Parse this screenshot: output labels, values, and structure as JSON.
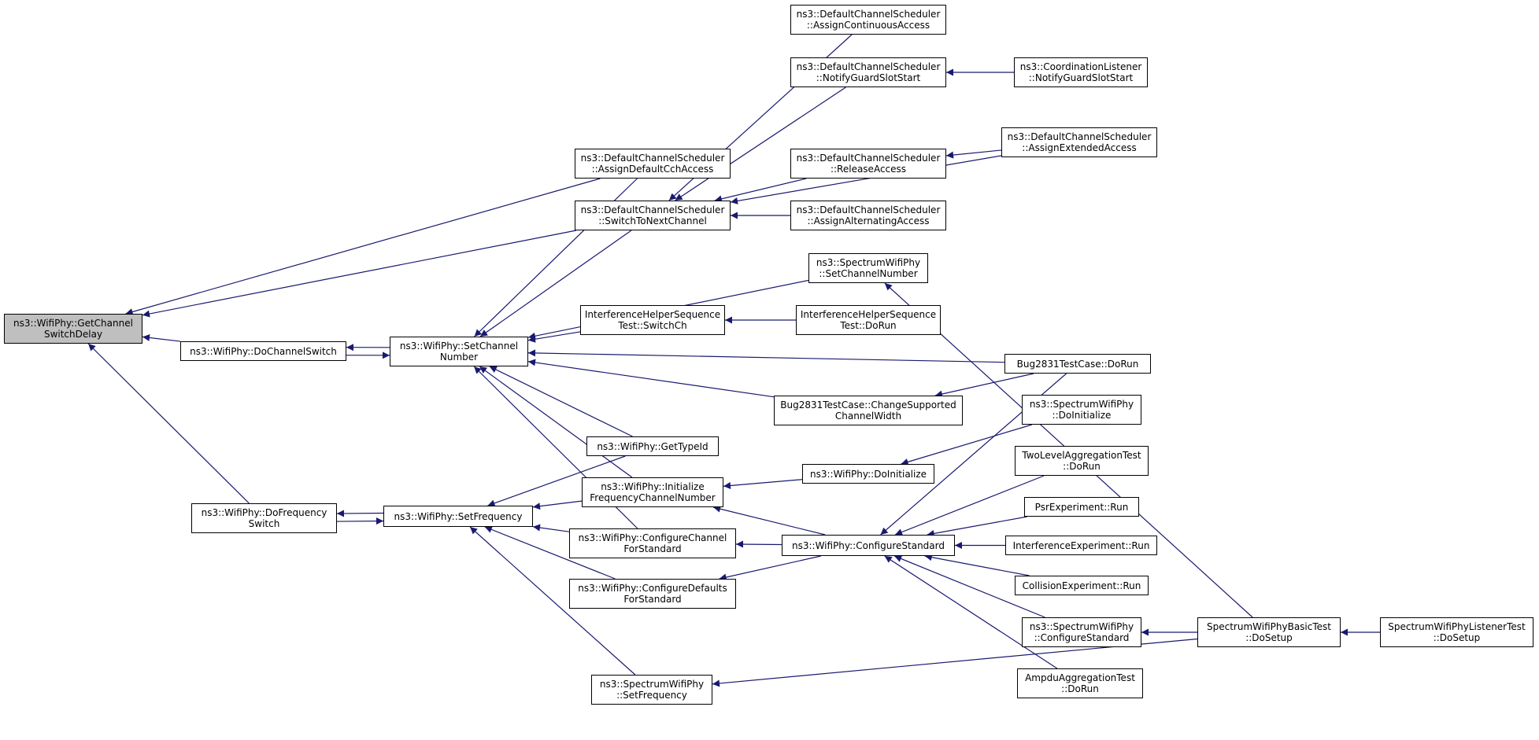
{
  "colors": {
    "edge": "#191970",
    "root_fill": "#bfbfbf",
    "node_fill": "#ffffff",
    "border": "#000000"
  },
  "nodes": {
    "getchannelswitchdelay": {
      "l1": "ns3::WifiPhy::GetChannel",
      "l2": "SwitchDelay"
    },
    "dochannelswitch": {
      "l1": "ns3::WifiPhy::DoChannelSwitch",
      "l2": ""
    },
    "dofrequencyswitch": {
      "l1": "ns3::WifiPhy::DoFrequency",
      "l2": "Switch"
    },
    "setchannelnumber": {
      "l1": "ns3::WifiPhy::SetChannel",
      "l2": "Number"
    },
    "setfrequency": {
      "l1": "ns3::WifiPhy::SetFrequency",
      "l2": ""
    },
    "assigndefaultcchaccess": {
      "l1": "ns3::DefaultChannelScheduler",
      "l2": "::AssignDefaultCchAccess"
    },
    "switchtonextchannel": {
      "l1": "ns3::DefaultChannelScheduler",
      "l2": "::SwitchToNextChannel"
    },
    "assigncontinuousaccess": {
      "l1": "ns3::DefaultChannelScheduler",
      "l2": "::AssignContinuousAccess"
    },
    "notifyguardslotstart": {
      "l1": "ns3::DefaultChannelScheduler",
      "l2": "::NotifyGuardSlotStart"
    },
    "coordlistener": {
      "l1": "ns3::CoordinationListener",
      "l2": "::NotifyGuardSlotStart"
    },
    "assignextendedaccess": {
      "l1": "ns3::DefaultChannelScheduler",
      "l2": "::AssignExtendedAccess"
    },
    "releaseaccess": {
      "l1": "ns3::DefaultChannelScheduler",
      "l2": "::ReleaseAccess"
    },
    "assignalternatingaccess": {
      "l1": "ns3::DefaultChannelScheduler",
      "l2": "::AssignAlternatingAccess"
    },
    "spectrumsetchannelnumber": {
      "l1": "ns3::SpectrumWifiPhy",
      "l2": "::SetChannelNumber"
    },
    "interferenceswitchch": {
      "l1": "InterferenceHelperSequence",
      "l2": "Test::SwitchCh"
    },
    "interferencedorun": {
      "l1": "InterferenceHelperSequence",
      "l2": "Test::DoRun"
    },
    "bug2831dorun": {
      "l1": "Bug2831TestCase::DoRun",
      "l2": ""
    },
    "bug2831changewidth": {
      "l1": "Bug2831TestCase::ChangeSupported",
      "l2": "ChannelWidth"
    },
    "spectruminitialize": {
      "l1": "ns3::SpectrumWifiPhy",
      "l2": "::DoInitialize"
    },
    "gettypeid": {
      "l1": "ns3::WifiPhy::GetTypeId",
      "l2": ""
    },
    "initializefreqchannel": {
      "l1": "ns3::WifiPhy::Initialize",
      "l2": "FrequencyChannelNumber"
    },
    "wifidoinitialize": {
      "l1": "ns3::WifiPhy::DoInitialize",
      "l2": ""
    },
    "twolevelagg": {
      "l1": "TwoLevelAggregationTest",
      "l2": "::DoRun"
    },
    "psrexperiment": {
      "l1": "PsrExperiment::Run",
      "l2": ""
    },
    "configurechannel": {
      "l1": "ns3::WifiPhy::ConfigureChannel",
      "l2": "ForStandard"
    },
    "configurestandard": {
      "l1": "ns3::WifiPhy::ConfigureStandard",
      "l2": ""
    },
    "interferenceexperiment": {
      "l1": "InterferenceExperiment::Run",
      "l2": ""
    },
    "configuredefaults": {
      "l1": "ns3::WifiPhy::ConfigureDefaults",
      "l2": "ForStandard"
    },
    "collisionexperiment": {
      "l1": "CollisionExperiment::Run",
      "l2": ""
    },
    "spectrumconfigurestandard": {
      "l1": "ns3::SpectrumWifiPhy",
      "l2": "::ConfigureStandard"
    },
    "spectrumbasictest": {
      "l1": "SpectrumWifiPhyBasicTest",
      "l2": "::DoSetup"
    },
    "spectrumlistenertest": {
      "l1": "SpectrumWifiPhyListenerTest",
      "l2": "::DoSetup"
    },
    "ampduagg": {
      "l1": "AmpduAggregationTest",
      "l2": "::DoRun"
    },
    "spectrumsetfrequency": {
      "l1": "ns3::SpectrumWifiPhy",
      "l2": "::SetFrequency"
    }
  },
  "edges": [
    [
      "getchannelswitchdelay",
      "assigndefaultcchaccess"
    ],
    [
      "getchannelswitchdelay",
      "switchtonextchannel"
    ],
    [
      "getchannelswitchdelay",
      "dochannelswitch"
    ],
    [
      "getchannelswitchdelay",
      "dofrequencyswitch"
    ],
    [
      "dochannelswitch",
      "setchannelnumber"
    ],
    [
      "setchannelnumber",
      "dochannelswitch"
    ],
    [
      "dofrequencyswitch",
      "setfrequency"
    ],
    [
      "setfrequency",
      "dofrequencyswitch"
    ],
    [
      "setchannelnumber",
      "assigndefaultcchaccess"
    ],
    [
      "setchannelnumber",
      "switchtonextchannel"
    ],
    [
      "setchannelnumber",
      "spectrumsetchannelnumber"
    ],
    [
      "setchannelnumber",
      "interferenceswitchch"
    ],
    [
      "setchannelnumber",
      "bug2831dorun"
    ],
    [
      "setchannelnumber",
      "bug2831changewidth"
    ],
    [
      "setchannelnumber",
      "gettypeid"
    ],
    [
      "setchannelnumber",
      "initializefreqchannel"
    ],
    [
      "setchannelnumber",
      "configurechannel"
    ],
    [
      "switchtonextchannel",
      "assigncontinuousaccess"
    ],
    [
      "switchtonextchannel",
      "notifyguardslotstart"
    ],
    [
      "switchtonextchannel",
      "assignextendedaccess"
    ],
    [
      "switchtonextchannel",
      "releaseaccess"
    ],
    [
      "switchtonextchannel",
      "assignalternatingaccess"
    ],
    [
      "notifyguardslotstart",
      "coordlistener"
    ],
    [
      "releaseaccess",
      "assignextendedaccess"
    ],
    [
      "interferenceswitchch",
      "interferencedorun"
    ],
    [
      "bug2831changewidth",
      "bug2831dorun"
    ],
    [
      "setfrequency",
      "gettypeid"
    ],
    [
      "setfrequency",
      "initializefreqchannel"
    ],
    [
      "setfrequency",
      "configurechannel"
    ],
    [
      "setfrequency",
      "configuredefaults"
    ],
    [
      "setfrequency",
      "spectrumsetfrequency"
    ],
    [
      "initializefreqchannel",
      "wifidoinitialize"
    ],
    [
      "initializefreqchannel",
      "configurestandard"
    ],
    [
      "wifidoinitialize",
      "spectruminitialize"
    ],
    [
      "configurechannel",
      "configurestandard"
    ],
    [
      "configuredefaults",
      "configurestandard"
    ],
    [
      "configurestandard",
      "bug2831dorun"
    ],
    [
      "configurestandard",
      "twolevelagg"
    ],
    [
      "configurestandard",
      "psrexperiment"
    ],
    [
      "configurestandard",
      "interferenceexperiment"
    ],
    [
      "configurestandard",
      "collisionexperiment"
    ],
    [
      "configurestandard",
      "spectrumconfigurestandard"
    ],
    [
      "configurestandard",
      "ampduagg"
    ],
    [
      "spectrumconfigurestandard",
      "spectrumbasictest"
    ],
    [
      "spectrumsetchannelnumber",
      "spectrumbasictest"
    ],
    [
      "spectrumsetfrequency",
      "spectrumbasictest"
    ],
    [
      "spectrumbasictest",
      "spectrumlistenertest"
    ]
  ]
}
